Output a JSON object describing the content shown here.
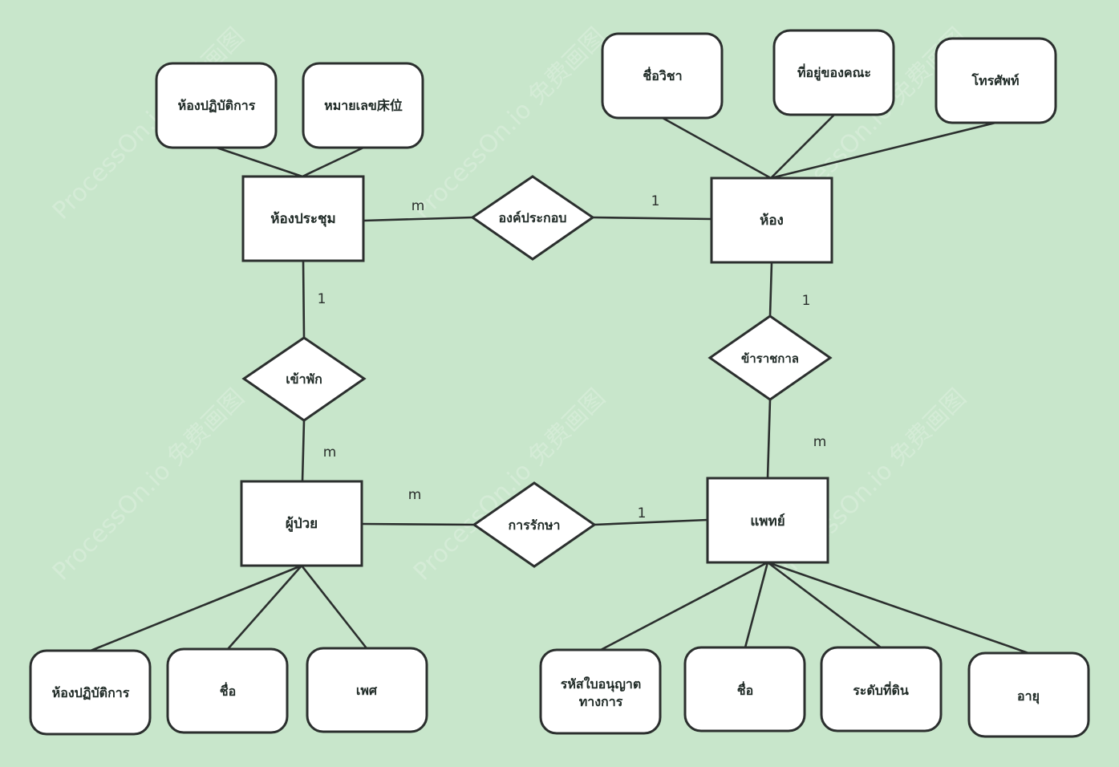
{
  "watermark": "ProcessOn.io 免费画图",
  "entities": {
    "meeting_room": "ห้องประชุม",
    "room": "ห้อง",
    "patient": "ผู้ป่วย",
    "doctor": "แพทย์"
  },
  "relationships": {
    "compose": "องค์ประกอบ",
    "admit": "เข้าพัก",
    "civil_servant": "ข้าราชกาล",
    "treatment": "การรักษา"
  },
  "attributes": {
    "meeting_lab": "ห้องปฏิบัติการ",
    "meeting_bed_no": "หมายเลข床位",
    "room_subject": "ชื่อวิชา",
    "room_faculty_address": "ที่อยู่ของคณะ",
    "room_phone": "โทรศัพท์",
    "patient_lab": "ห้องปฏิบัติการ",
    "patient_name": "ชื่อ",
    "patient_sex": "เพศ",
    "doctor_license_line1": "รหัสใบอนุญาต",
    "doctor_license_line2": "ทางการ",
    "doctor_name": "ชื่อ",
    "doctor_rank": "ระดับที่ดิน",
    "doctor_age": "อายุ"
  },
  "cardinalities": {
    "meeting_compose": "m",
    "room_compose": "1",
    "meeting_admit": "1",
    "patient_admit": "m",
    "room_civil": "1",
    "doctor_civil": "m",
    "patient_treat": "m",
    "doctor_treat": "1"
  }
}
